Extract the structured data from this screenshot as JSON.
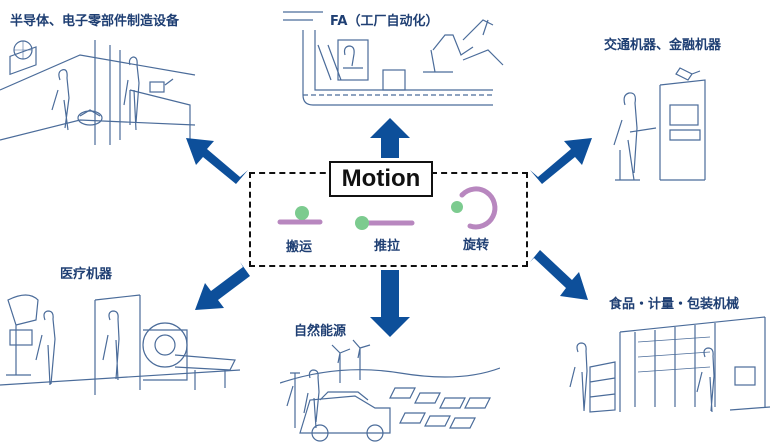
{
  "center": {
    "title": "Motion",
    "items": [
      {
        "label": "搬运"
      },
      {
        "label": "推拉"
      },
      {
        "label": "旋转"
      }
    ]
  },
  "applications": [
    {
      "label": "半导体、电子零部件制造设备"
    },
    {
      "label": "FA（工厂自动化）"
    },
    {
      "label": "交通机器、金融机器"
    },
    {
      "label": "医疗机器"
    },
    {
      "label": "自然能源"
    },
    {
      "label": "食品・计量・包装机械"
    }
  ],
  "colors": {
    "arrow": "#0d4f9a",
    "label_text": "#1f3f73",
    "motion_purple": "#b887bf",
    "motion_green": "#7ccb8f",
    "sketch_line": "#4b6c9a"
  }
}
